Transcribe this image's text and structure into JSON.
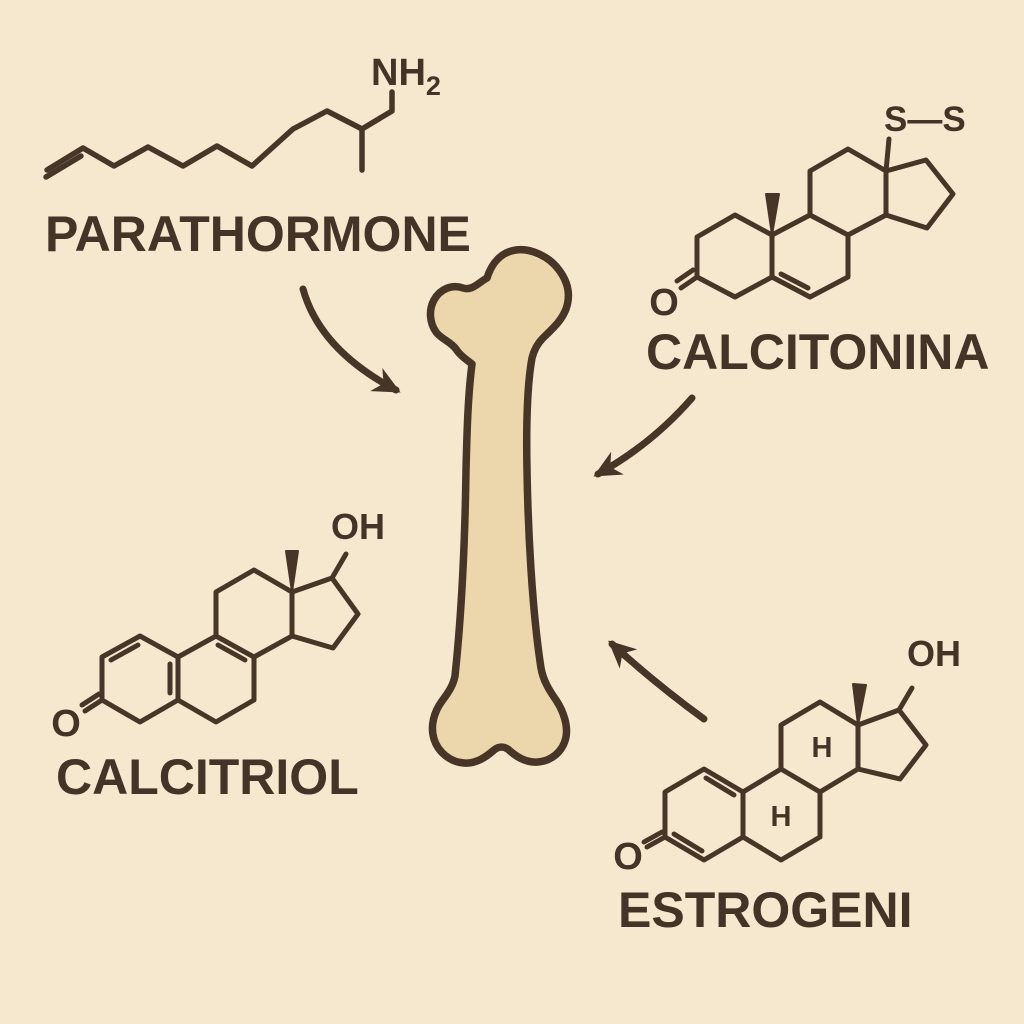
{
  "colors": {
    "background": "#f6e8ce",
    "line": "#473627",
    "bone_fill": "#ecd7ac",
    "text": "#443327"
  },
  "molecules": {
    "parathormone": {
      "name": "PARATHORMONE",
      "substituents": {
        "amine_main": "NH",
        "amine_sub": "2"
      }
    },
    "calcitonina": {
      "name": "CALCITONINA",
      "substituents": {
        "disulfide": "S—S",
        "ketone": "O"
      }
    },
    "calcitriol": {
      "name": "CALCITRIOL",
      "substituents": {
        "hydroxyl": "OH",
        "ketone": "O"
      }
    },
    "estrogeni": {
      "name": "ESTROGENI",
      "substituents": {
        "hydroxyl": "OH",
        "ketone": "O",
        "hydrogen_1": "H",
        "hydrogen_2": "H"
      }
    }
  },
  "center_illustration": {
    "type": "femur bone"
  },
  "arrows": [
    {
      "from": "PARATHORMONE",
      "to": "bone"
    },
    {
      "from": "CALCITONINA",
      "to": "bone"
    },
    {
      "from": "ESTROGENI",
      "to": "bone"
    }
  ]
}
